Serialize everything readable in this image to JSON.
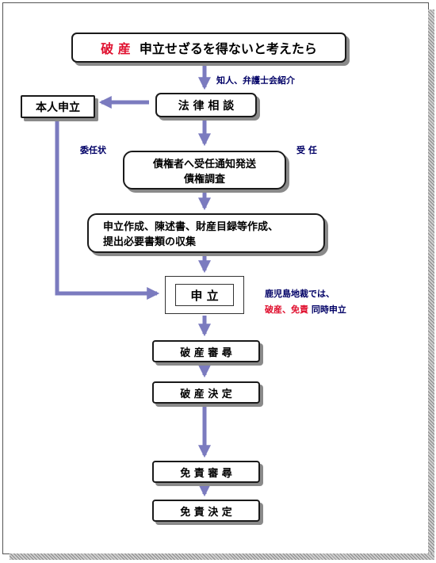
{
  "top": {
    "bankruptcy": "破 産",
    "rest": "申立せざるを得ないと考えたら"
  },
  "referral_label": "知人、弁護士会紹介",
  "legal_consult": "法 律 相 談",
  "self_filing": "本人申立",
  "power_of_attorney": "委任状",
  "acceptance": "受 任",
  "notice": {
    "line1": "債権者へ受任通知発送",
    "line2": "債権調査"
  },
  "prep": {
    "line1": "申立作成、陳述書、財産目録等作成、",
    "line2": "提出必要書類の収集"
  },
  "filing": "申 立",
  "note": {
    "line1": "鹿児島地裁では、",
    "red": "破産、免責",
    "rest": " 同時申立"
  },
  "bankruptcy_hearing": "破 産 審 尋",
  "bankruptcy_decision": "破 産 決 定",
  "discharge_hearing": "免 責 審 尋",
  "discharge_decision": "免 責 決 定",
  "colors": {
    "arrow": "#7b7bbf",
    "red": "#e0102f",
    "navy": "#000066"
  }
}
